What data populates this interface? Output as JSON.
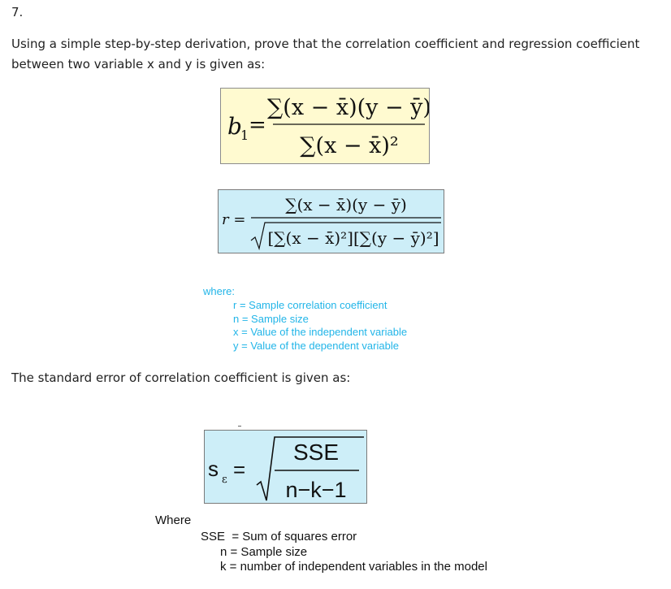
{
  "question_number": "7.",
  "intro_text": "Using a simple step-by-step derivation, prove that the correlation coefficient and regression coefficient between two variable x and y is given as:",
  "formula_b1": {
    "lhs": "b",
    "lhs_sub": "1",
    "equals": "=",
    "numerator": "∑(x − x̄)(y − ȳ)",
    "denominator": "∑(x − x̄)²"
  },
  "formula_r": {
    "lhs": "r =",
    "numerator": "∑(x − x̄)(y − ȳ)",
    "denominator": "[∑(x − x̄)²][∑(y − ȳ)²]"
  },
  "definitions_1": {
    "where": "where:",
    "items": [
      "r = Sample correlation coefficient",
      "n = Sample size",
      "x = Value of the independent variable",
      "y = Value of the dependent variable"
    ]
  },
  "stderr_text": "The standard error of correlation coefficient is given as:",
  "formula_se": {
    "lhs": "s",
    "lhs_sub": "ε",
    "equals": "=",
    "numerator": "SSE",
    "denominator": "n−k−1"
  },
  "definitions_2": {
    "where": "Where",
    "items": [
      "SSE  = Sum of squares error",
      "n = Sample size",
      "k = number of independent variables in the model"
    ]
  },
  "colors": {
    "formula_b1_background": "#fffad0",
    "formula_box_background": "#cdeef8",
    "definition_text": "#22b5e8"
  }
}
